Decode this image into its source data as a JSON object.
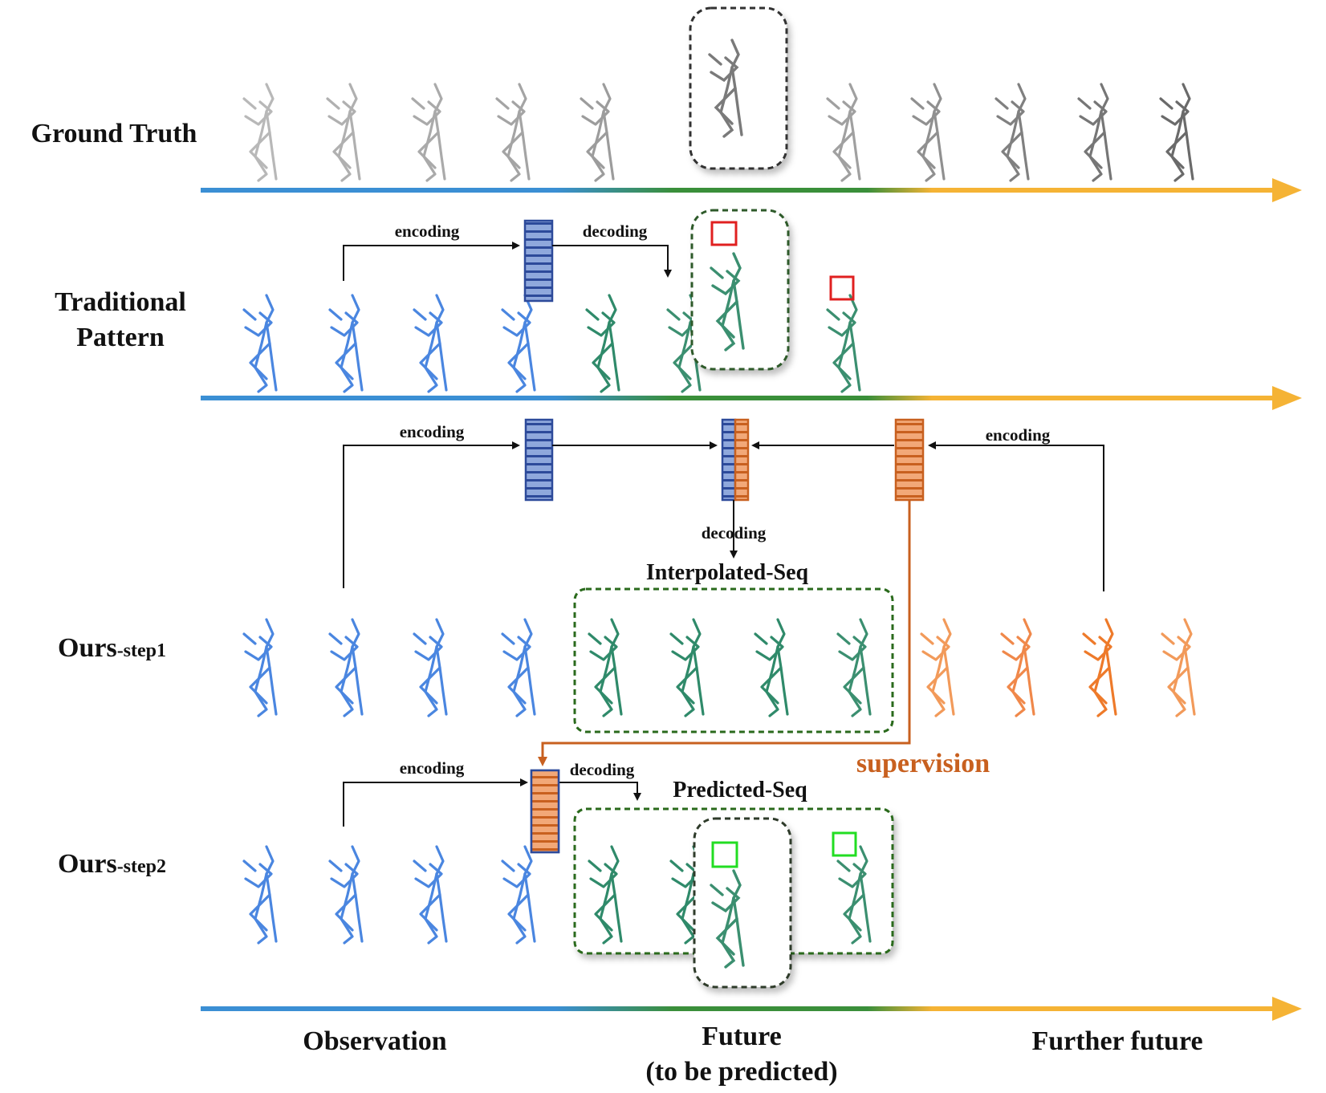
{
  "rows": {
    "ground_truth": "Ground Truth",
    "traditional_line1": "Traditional",
    "traditional_line2": "Pattern",
    "ours_step1_main": "Ours",
    "ours_step1_sub": "-step1",
    "ours_step2_main": "Ours",
    "ours_step2_sub": "-step2"
  },
  "labels": {
    "encoding": "encoding",
    "decoding": "decoding",
    "interpolated_seq": "Interpolated-Seq",
    "predicted_seq": "Predicted-Seq",
    "supervision": "supervision"
  },
  "axis": {
    "observation": "Observation",
    "future_line1": "Future",
    "future_line2": "(to be predicted)",
    "further_future": "Further future"
  },
  "colors": {
    "observation_blue": "#3f7fd8",
    "future_green": "#2f8a6a",
    "further_orange": "#f08a3a",
    "ground_truth_gray": "#888888",
    "supervision_orange": "#c8601f",
    "timeline_blue": "#3b8fd4",
    "timeline_green": "#3a8f3a",
    "timeline_orange": "#f5b335",
    "highlight_red": "#e02020",
    "highlight_green": "#22dd22"
  }
}
